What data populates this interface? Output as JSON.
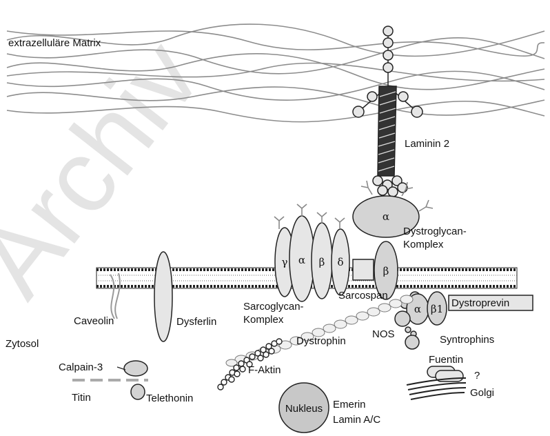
{
  "watermark": "Archiv",
  "labels": {
    "matrix": "extrazelluläre Matrix",
    "laminin": "Laminin 2",
    "dystroglycan_1": "Dystroglycan-",
    "dystroglycan_2": "Komplex",
    "sarcoglycan_1": "Sarcoglycan-",
    "sarcoglycan_2": "Komplex",
    "sarcospan": "Sarcospan",
    "dystroprevin": "Dystroprevin",
    "caveolin": "Caveolin",
    "dysferlin": "Dysferlin",
    "zytosol": "Zytosol",
    "dystrophin": "Dystrophin",
    "nos": "NOS",
    "syntrophins": "Syntrophins",
    "calpain": "Calpain-3",
    "titin": "Titin",
    "telethonin": "Telethonin",
    "f_aktin": "F-Aktin",
    "fuentin": "Fuentin",
    "question": "?",
    "golgi": "Golgi",
    "nukleus": "Nukleus",
    "emerin": "Emerin",
    "lamin": "Lamin A/C"
  },
  "greek": {
    "alpha": "α",
    "beta": "β",
    "gamma": "γ",
    "delta": "δ",
    "beta1": "β1"
  }
}
